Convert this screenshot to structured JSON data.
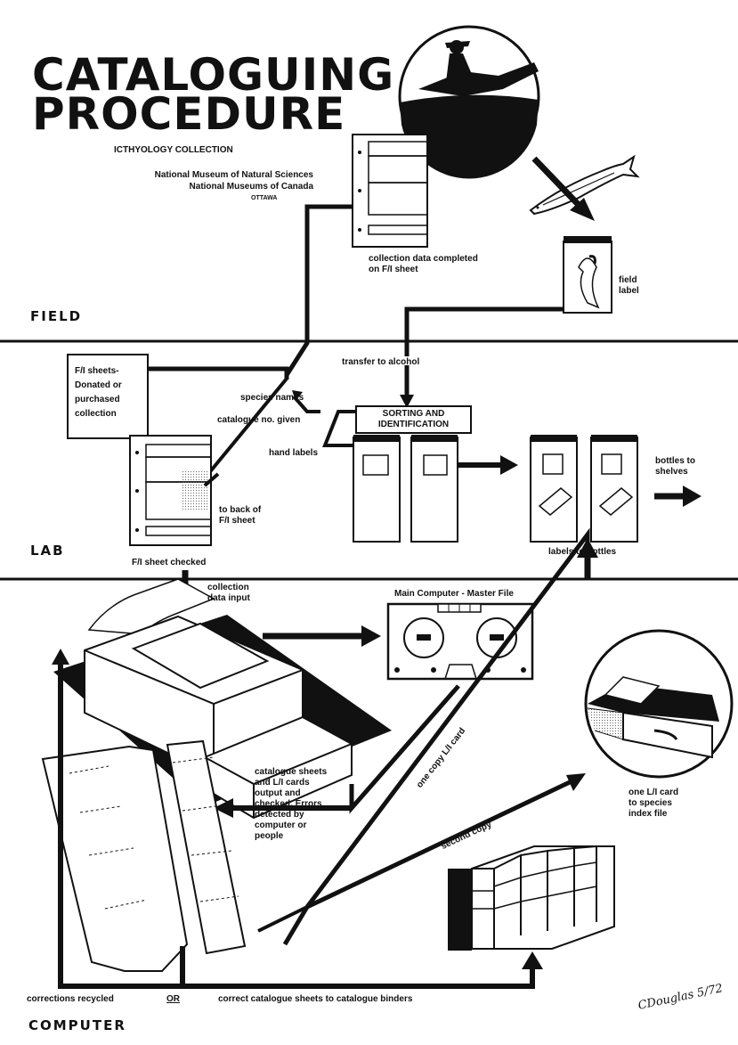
{
  "title": {
    "line1": "CATALOGUING",
    "line2": "PROCEDURE"
  },
  "header": {
    "collection": "ICTHYOLOGY COLLECTION",
    "museum1": "National Museum of Natural Sciences",
    "museum2": "National Museums of Canada",
    "city": "OTTAWA"
  },
  "sections": {
    "field": "FIELD",
    "lab": "LAB",
    "computer": "COMPUTER"
  },
  "labels": {
    "collection_data_completed": [
      "collection data completed",
      "on F/I sheet"
    ],
    "field_label": [
      "field",
      "label"
    ],
    "transfer_to_alcohol": "transfer to alcohol",
    "fi_sheets_donated": [
      "F/I sheets-",
      "Donated or",
      "purchased",
      "collection"
    ],
    "species_names": "species names",
    "catalogue_no_given": "catalogue no. given",
    "sorting": [
      "SORTING AND",
      "IDENTIFICATION"
    ],
    "hand_labels": "hand labels",
    "to_back_of_fi_sheet": [
      "to back of",
      "F/I sheet"
    ],
    "bottles_to_shelves": [
      "bottles to",
      "shelves"
    ],
    "labels_to_bottles": "labels to bottles",
    "fi_sheet_checked": "F/I sheet checked",
    "collection_data_input": [
      "collection",
      "data input"
    ],
    "main_computer": "Main Computer - Master File",
    "one_copy_li_card": "one copy L/I card",
    "catalogue_sheets_output": [
      "catalogue sheets",
      "and L/I cards",
      "output and",
      "checked. Errors",
      "detected by",
      "computer or",
      "people"
    ],
    "second_copy": "second copy",
    "one_li_card": [
      "one L/I card",
      "to species",
      "index file"
    ],
    "corrections_recycled": "corrections recycled",
    "or": "OR",
    "correct_catalogue_sheets": "correct catalogue sheets to catalogue binders"
  },
  "signature": "CDouglas 5/72"
}
